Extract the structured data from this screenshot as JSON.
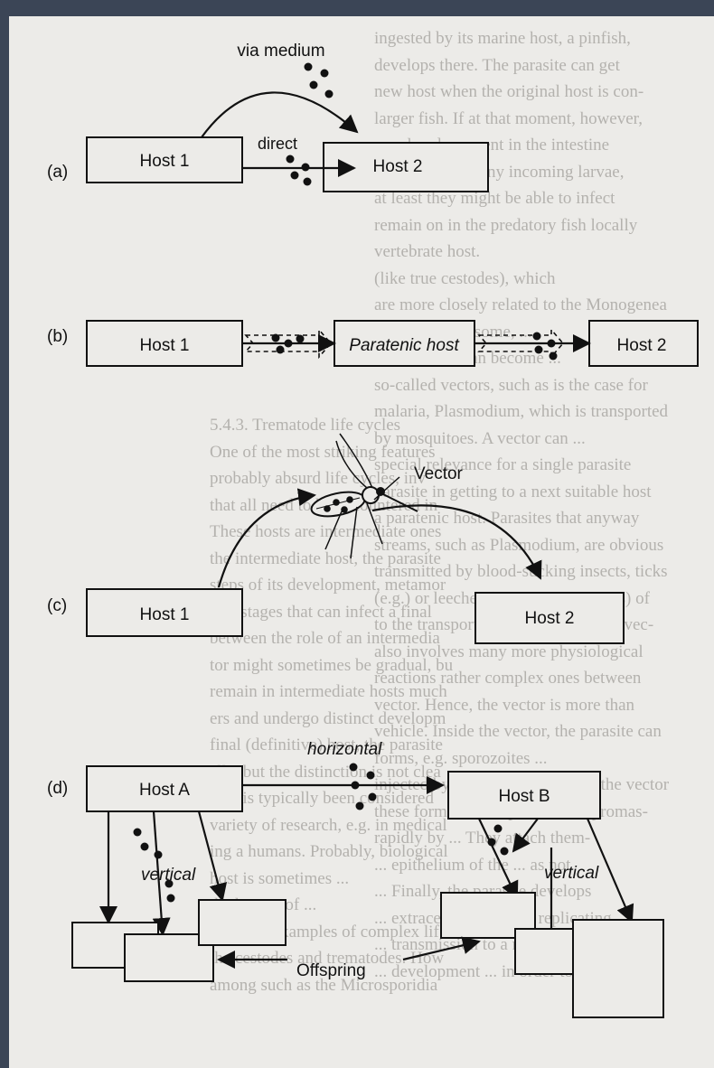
{
  "panels": {
    "a": {
      "letter": "(a)",
      "source": "Host 1",
      "target": "Host 2",
      "curve_label": "via medium",
      "straight_label": "direct"
    },
    "b": {
      "letter": "(b)",
      "source": "Host 1",
      "middle": "Paratenic host",
      "target": "Host 2"
    },
    "c": {
      "letter": "(c)",
      "source": "Host 1",
      "vector_label": "Vector",
      "target": "Host 2"
    },
    "d": {
      "letter": "(d)",
      "host_a": "Host A",
      "host_b": "Host B",
      "horizontal_label": "horizontal",
      "vertical_left": "vertical",
      "vertical_right": "vertical",
      "offspring": "Offspring"
    }
  },
  "background_text": {
    "right_column": [
      "ingested by its marine host, a pinfish,",
      "develops there. The parasite can get",
      "new host when the original host is con-",
      "larger fish. If at that moment, however,",
      "are already present in the intestine",
      "is refractory to any incoming larvae,",
      "at least they might be able to infect",
      "remain on in the predatory fish locally",
      "vertebrate host.",
      "(like true cestodes), which",
      "are more closely related to the Monogenea",
      "considered by some, ...",
      "morphology can become ...",
      "so-called vectors, such as is the case for",
      "malaria, Plasmodium, which is transported",
      "by mosquitoes. A vector can ...",
      "special relevance for a single parasite",
      "parasite in getting to a next suitable host",
      "a paratenic host. Parasites that anyway",
      "streams, such as Plasmodium, are obvious",
      "transmitted by blood-sucking insects, ticks",
      "(e.g.) or leeches (as in trypanosomes) of",
      "to the transport via a paratenic host, vec-",
      "also involves many more physiological",
      "reactions rather complex ones between",
      "vector. Hence, the vector is more than",
      "vehicle. Inside the vector, the parasite can",
      "forms, e.g. sporozoites ...",
      "injected by a sandfly that acts as the vector",
      "these forms, develop into hosts promas-",
      "rapidly by ... They attach them-",
      "... epithelium of the ... as not",
      "... Finally, the parasite develops",
      "... extracellular ... stops replicating,",
      "... transmission to a new host, in some",
      "... development ... in order to ..."
    ],
    "middle_column": [
      "5.4.3. Trematode life cycles",
      "One of the most striking features",
      "probably absurd life cycles, inv",
      "that all need to be encountered in",
      "These hosts are intermediate ones",
      "the intermediate host, the parasite",
      "steps of its development, metamor",
      "into stages that can infect a final",
      "between the role of an intermedia",
      "tor might sometimes be gradual, bu",
      "remain in intermediate hosts much",
      "ers and undergo distinct developm",
      "final (definitive) host, the parasite",
      "ally, but the distinction is not clea",
      "host is typically been considered",
      "variety of research, e.g. in medical",
      "ing a humans. Probably, biological",
      "host is sometimes ... ",
      "the host ... of ...",
      "The best examples of complex lif",
      "the cestodes and trematodes. How",
      "among such as the Microsporidia"
    ]
  },
  "colors": {
    "frame": "#3b4556",
    "paper": "#ecebe8",
    "ink": "#111111",
    "background_text": "#b4b2ae"
  }
}
